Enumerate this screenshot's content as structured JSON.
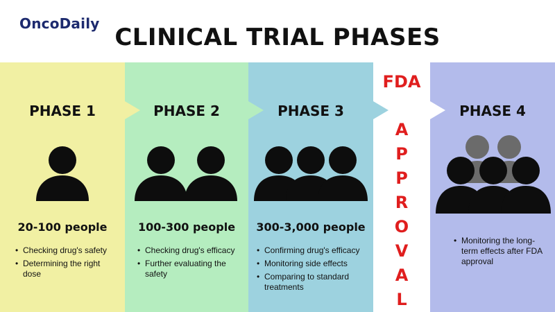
{
  "brand": {
    "name": "OncoDaily"
  },
  "title": "CLINICAL TRIAL PHASES",
  "colors": {
    "phase1_bg": "#f1f0a3",
    "phase2_bg": "#b5edbf",
    "phase3_bg": "#9dd2df",
    "phase4_bg": "#b3bbeb",
    "fda_red": "#e01e1e",
    "figure_dark": "#0d0d0d",
    "figure_gray": "#6b6b6b"
  },
  "phases": [
    {
      "label": "PHASE 1",
      "people": "20-100 people",
      "bullets": [
        "Checking drug's safety",
        "Determining the right dose"
      ]
    },
    {
      "label": "PHASE 2",
      "people": "100-300 people",
      "bullets": [
        "Checking drug's efficacy",
        "Further evaluating the safety"
      ]
    },
    {
      "label": "PHASE 3",
      "people": "300-3,000 people",
      "bullets": [
        "Confirming drug's efficacy",
        "Monitoring side effects",
        "Comparing to standard treatments"
      ]
    },
    {
      "label": "PHASE 4",
      "people": "",
      "bullets": [
        "Monitoring the long-term effects after FDA approval"
      ]
    }
  ],
  "fda": {
    "label": "FDA",
    "letters": [
      "A",
      "P",
      "P",
      "R",
      "O",
      "V",
      "A",
      "L"
    ]
  }
}
